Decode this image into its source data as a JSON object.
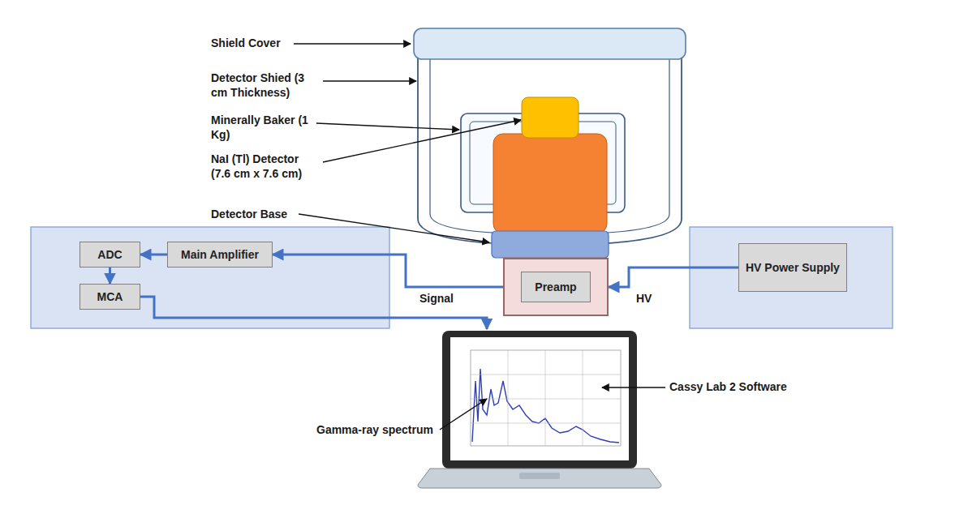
{
  "diagram": {
    "nodes": [
      {
        "text": [
          "ADC"
        ]
      },
      {
        "text": [
          "Main Amplifier"
        ]
      },
      {
        "text": [
          "MCA"
        ]
      },
      {
        "text": [
          "Preamp"
        ]
      },
      {
        "text": [
          "HV Power Supply"
        ]
      }
    ],
    "edges": [
      {
        "from": 3,
        "to": 1,
        "label": "Signal",
        "arrow": "to"
      },
      {
        "from": 1,
        "to": 0,
        "arrow": "to"
      },
      {
        "from": 0,
        "to": 2,
        "arrow": "to"
      },
      {
        "from": 4,
        "to": 3,
        "label": "HV",
        "arrow": "to"
      }
    ],
    "labels": [
      "Shield Cover",
      "Detector Shied (3 cm Thickness)",
      "Minerally Baker (1 Kg)",
      "NaI (Tl) Detector (7.6 cm x 7.6 cm)",
      "Detector Base",
      "Gamma-ray spectrum",
      "Cassy Lab 2 Software"
    ]
  }
}
